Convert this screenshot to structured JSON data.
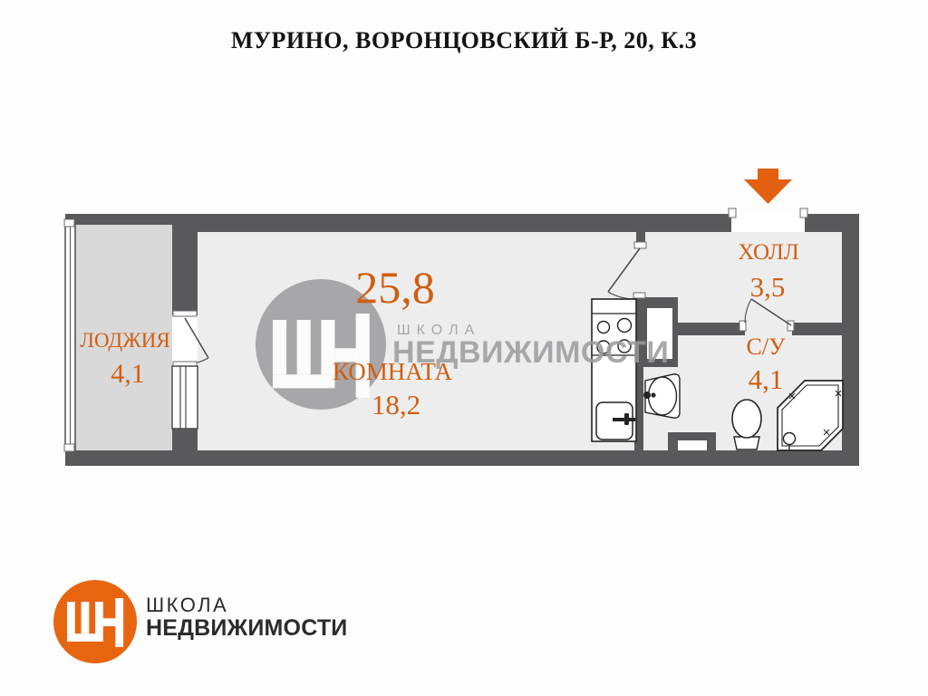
{
  "title": "МУРИНО, ВОРОНЦОВСКИЙ Б-Р, 20, К.3",
  "plan": {
    "total_area": "25,8",
    "rooms": [
      {
        "id": "loggia",
        "name": "ЛОДЖИЯ",
        "area": "4,1"
      },
      {
        "id": "room",
        "name": "КОМНАТА",
        "area": "18,2"
      },
      {
        "id": "hall",
        "name": "ХОЛЛ",
        "area": "3,5"
      },
      {
        "id": "bathroom",
        "name": "С/У",
        "area": "4,1"
      }
    ],
    "fixtures": [
      "stove",
      "kitchen-sink",
      "washbasin",
      "toilet",
      "shower-cabin"
    ],
    "entrance_marker": "down-arrow"
  },
  "watermark": {
    "monogram": "ШН",
    "line1": "ШКОЛА",
    "line2": "НЕДВИЖИМОСТИ"
  },
  "logo": {
    "monogram": "ШН",
    "line1": "ШКОЛА",
    "line2": "НЕДВИЖИМОСТИ"
  },
  "colors": {
    "wall": "#59595b",
    "loggia_floor": "#d9d9da",
    "room_floor": "#ededee",
    "accent_orange": "#d05e10",
    "arrow_orange": "#e2600e",
    "logo_orange": "#e8650f",
    "watermark_gray": "#9b9b9d"
  }
}
